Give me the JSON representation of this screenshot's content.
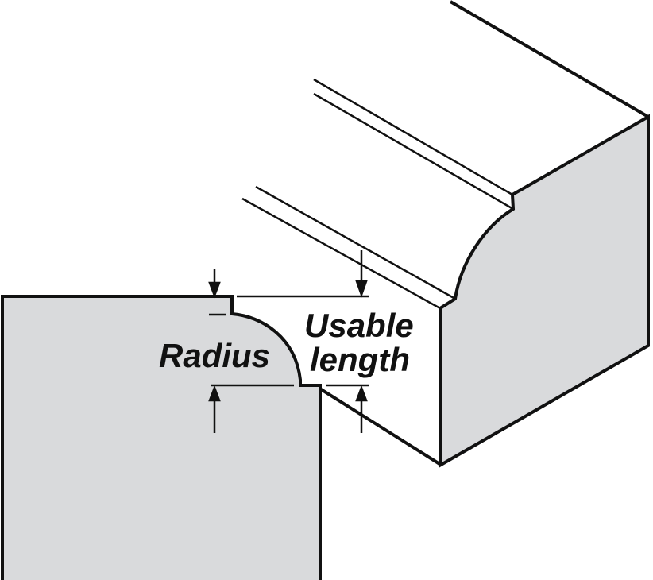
{
  "labels": {
    "radius": "Radius",
    "usable_line1": "Usable",
    "usable_line2": "length"
  },
  "colors": {
    "fill": "#d9dadc",
    "stroke": "#111111"
  }
}
